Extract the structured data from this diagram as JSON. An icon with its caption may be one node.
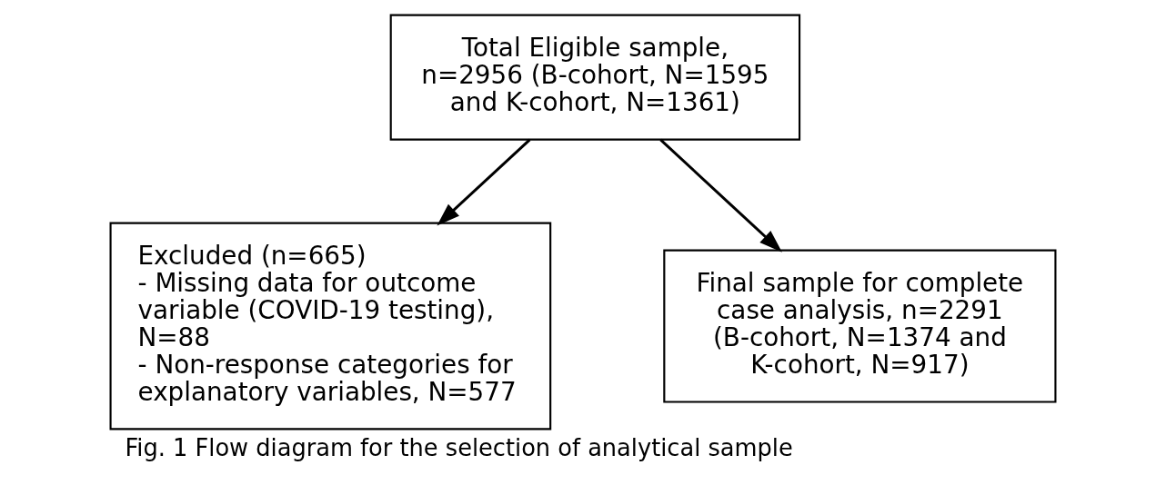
{
  "diagram": {
    "caption": "Fig. 1 Flow diagram for the selection of analytical sample",
    "nodes": [
      {
        "text": [
          "Total Eligible sample, n=2956 (B-cohort, N=1595 and K-cohort, N=1361)"
        ]
      },
      {
        "text": [
          "Excluded (n=665)",
          "- Missing data for outcome variable (COVID-19 testing), N=88",
          "- Non-response categories for explanatory variables, N=577"
        ]
      },
      {
        "text": [
          "Final sample for complete case analysis, n=2291 (B-cohort, N=1374 and K-cohort, N=917)"
        ]
      }
    ],
    "edges": [
      {
        "from": 0,
        "to": 2,
        "arrow": "to"
      },
      {
        "from": 0,
        "to": 1,
        "arrow": "to"
      }
    ]
  }
}
